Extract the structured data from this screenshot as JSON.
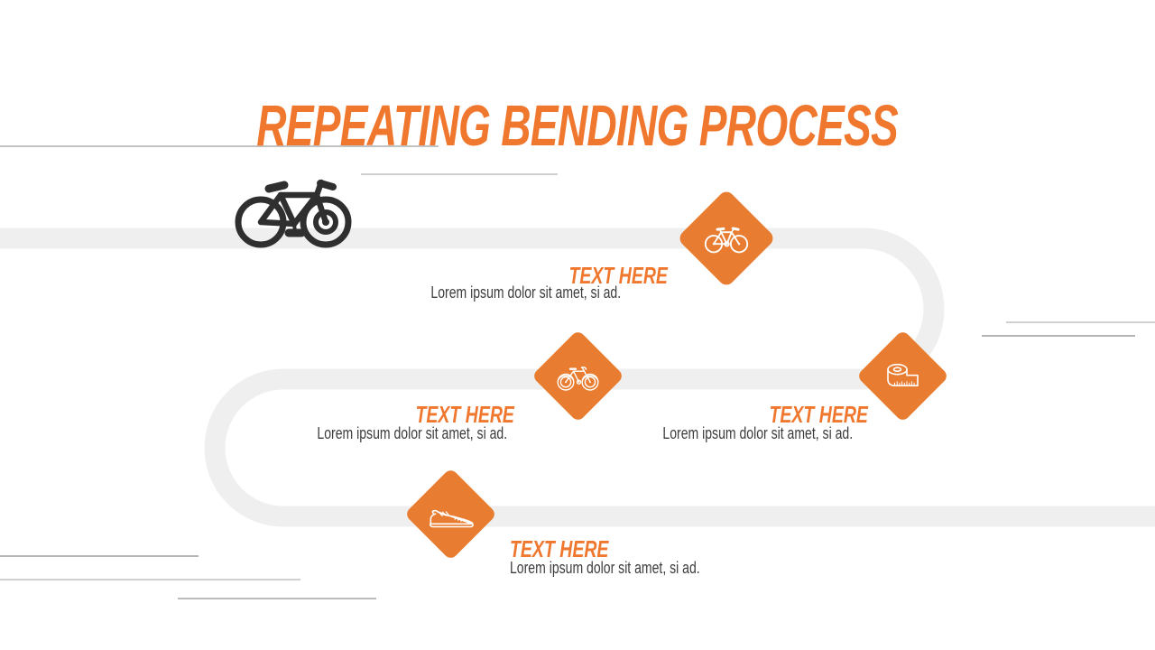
{
  "slide": {
    "title": "REPEATING BENDING PROCESS"
  },
  "hero": {
    "icon": "bicycle-icon"
  },
  "steps": [
    {
      "icon": "bicycle-outline-icon",
      "label": "TEXT HERE",
      "description": "Lorem ipsum dolor sit amet, si ad."
    },
    {
      "icon": "vintage-bicycle-icon",
      "label": "TEXT HERE",
      "description": "Lorem ipsum dolor sit amet, si ad."
    },
    {
      "icon": "tape-measure-icon",
      "label": "TEXT HERE",
      "description": "Lorem ipsum dolor sit amet, si ad."
    },
    {
      "icon": "sneaker-icon",
      "label": "TEXT HERE",
      "description": "Lorem ipsum dolor sit amet, si ad."
    }
  ],
  "colors": {
    "accent": "#F0772E",
    "diamond": "#E87C30",
    "road": "#EFEFEF",
    "body-text": "#3C3C3C",
    "hero": "#2F2F2F"
  }
}
